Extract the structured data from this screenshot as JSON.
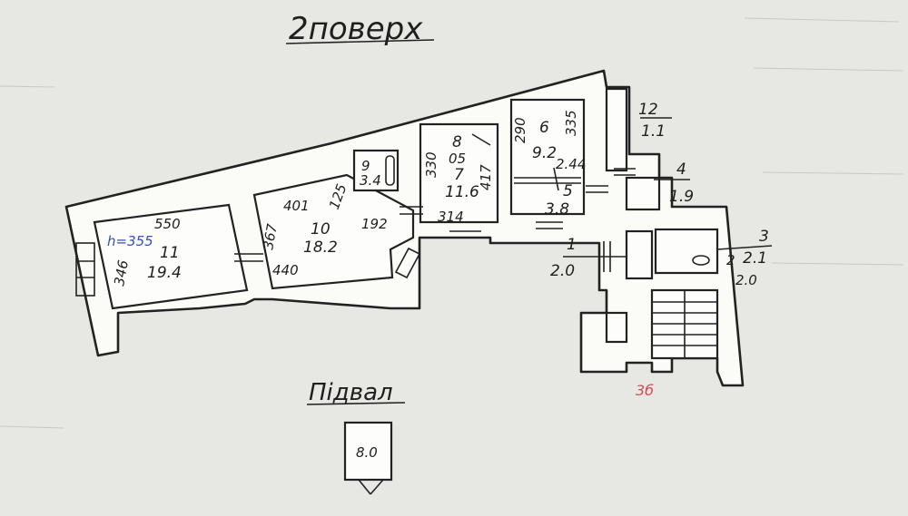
{
  "headings": {
    "floor": "2поверх",
    "basement": "Підвал"
  },
  "rooms": {
    "r1": {
      "num": "1",
      "area": "2.0"
    },
    "r2": {
      "num": "2",
      "area": "2.0"
    },
    "r3": {
      "num": "3",
      "area": "2.1"
    },
    "r4": {
      "num": "4",
      "area": "1.9"
    },
    "r5": {
      "num": "5",
      "area": "3.8"
    },
    "r6": {
      "num": "6",
      "area": "9.2"
    },
    "r7": {
      "num": "7",
      "area": "11.6"
    },
    "r8": {
      "num": "8"
    },
    "r9": {
      "num": "9",
      "area": "3.4"
    },
    "r10": {
      "num": "10",
      "area": "18.2"
    },
    "r11": {
      "num": "11",
      "area": "19.4"
    },
    "r12": {
      "num": "12",
      "area": "1.1"
    },
    "basement_room": {
      "area": "8.0"
    }
  },
  "dimensions": {
    "d550": "550",
    "d346": "346",
    "d401": "401",
    "d367": "367",
    "d440": "440",
    "d125": "125",
    "d192": "192",
    "d330": "330",
    "d314": "314",
    "d417": "417",
    "d05": "05",
    "d290": "290",
    "d335": "335",
    "d244": "2.44"
  },
  "annotations": {
    "height": "h=355",
    "stamp": "3б"
  }
}
